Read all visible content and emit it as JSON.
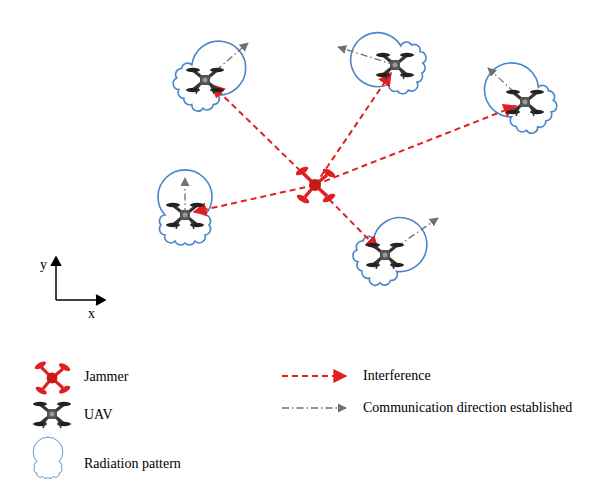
{
  "diagram": {
    "labels": [
      "y",
      "x"
    ],
    "legend": [
      {
        "text": "Jammer"
      },
      {
        "text": "Interference"
      },
      {
        "text": "UAV"
      },
      {
        "text": "Communication direction established"
      },
      {
        "text": "Radiation pattern"
      }
    ]
  }
}
